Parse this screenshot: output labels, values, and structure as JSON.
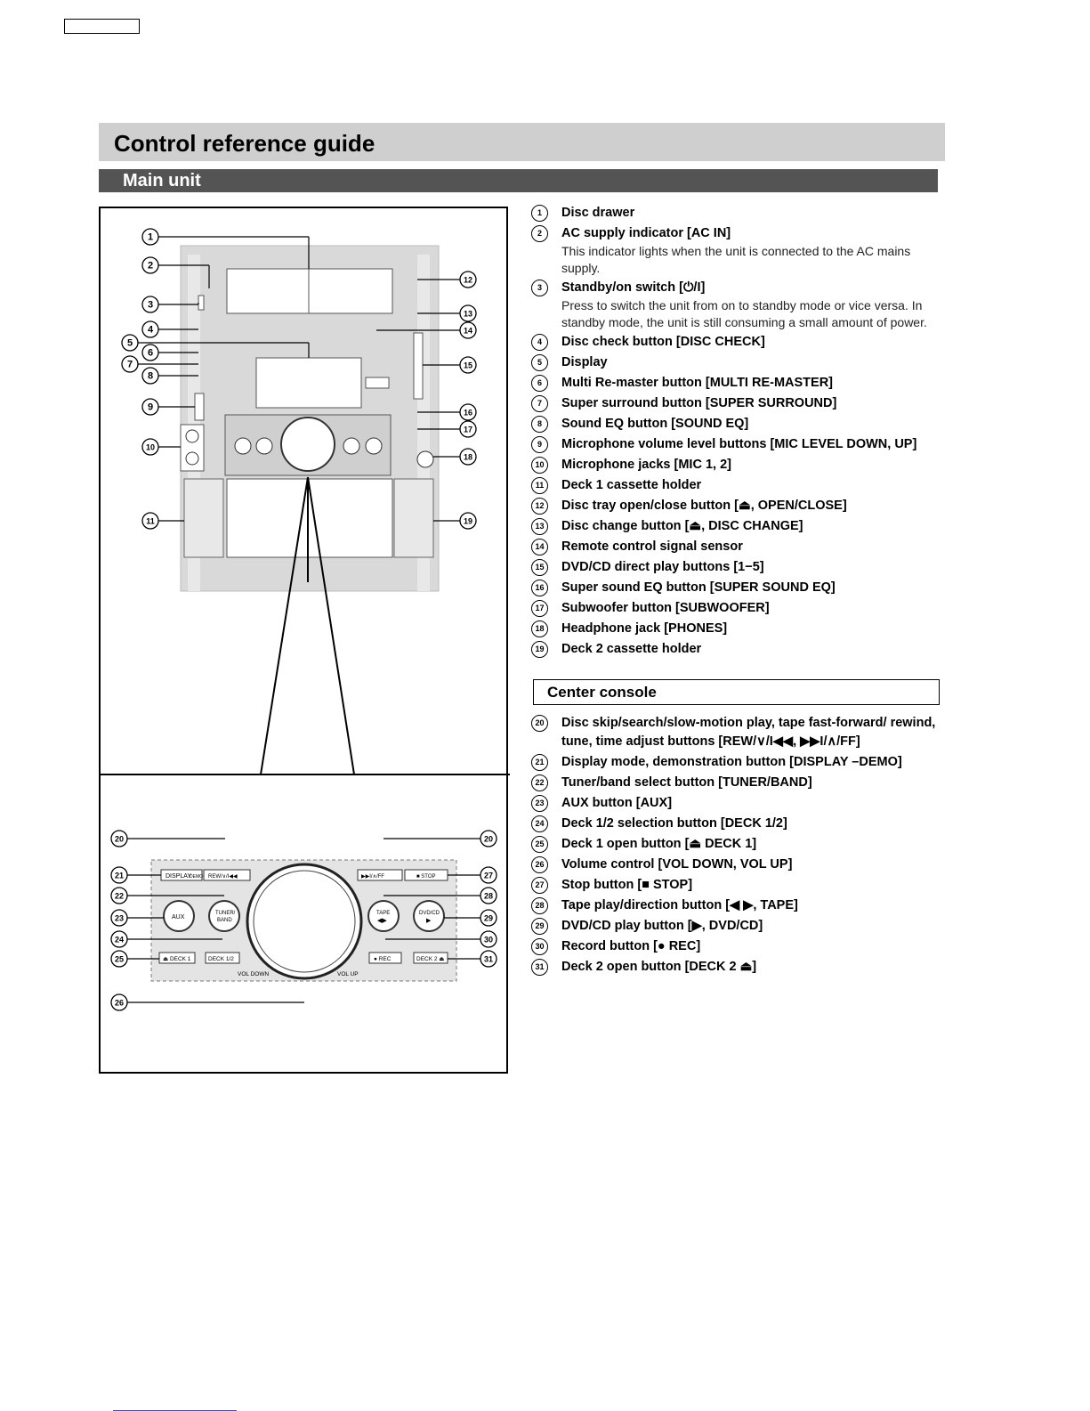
{
  "page": {
    "banner": "Control reference guide",
    "section": "Main unit",
    "console_heading": "Center console"
  },
  "items": [
    {
      "n": "1",
      "title": "Disc drawer"
    },
    {
      "n": "2",
      "title": "AC supply indicator [AC IN]",
      "desc": "This indicator lights when the unit is connected to the AC mains supply."
    },
    {
      "n": "3",
      "title": "Standby/on switch [⏻/I]",
      "desc": "Press to switch the unit from on to standby mode or vice versa. In standby mode, the unit is still consuming a small amount of power."
    },
    {
      "n": "4",
      "title": "Disc check button [DISC CHECK]"
    },
    {
      "n": "5",
      "title": "Display"
    },
    {
      "n": "6",
      "title": "Multi Re-master button [MULTI RE-MASTER]"
    },
    {
      "n": "7",
      "title": "Super surround button [SUPER SURROUND]"
    },
    {
      "n": "8",
      "title": "Sound EQ button [SOUND EQ]"
    },
    {
      "n": "9",
      "title": "Microphone volume level buttons [MIC LEVEL DOWN, UP]"
    },
    {
      "n": "10",
      "title": "Microphone jacks [MIC 1, 2]"
    },
    {
      "n": "11",
      "title": "Deck 1 cassette holder"
    },
    {
      "n": "12",
      "title": "Disc tray open/close button [⏏, OPEN/CLOSE]"
    },
    {
      "n": "13",
      "title": "Disc change button [⏏, DISC CHANGE]"
    },
    {
      "n": "14",
      "title": "Remote control signal sensor"
    },
    {
      "n": "15",
      "title": "DVD/CD direct play buttons [1−5]"
    },
    {
      "n": "16",
      "title": "Super sound EQ button [SUPER SOUND EQ]"
    },
    {
      "n": "17",
      "title": "Subwoofer button [SUBWOOFER]"
    },
    {
      "n": "18",
      "title": "Headphone jack [PHONES]"
    },
    {
      "n": "19",
      "title": "Deck 2 cassette holder"
    }
  ],
  "console_items": [
    {
      "n": "20",
      "title": "Disc skip/search/slow-motion play, tape fast-forward/ rewind, tune, time adjust buttons [REW/∨/I◀◀, ▶▶I/∧/FF]"
    },
    {
      "n": "21",
      "title": "Display mode, demonstration button [DISPLAY –DEMO]"
    },
    {
      "n": "22",
      "title": "Tuner/band select button [TUNER/BAND]"
    },
    {
      "n": "23",
      "title": "AUX button [AUX]"
    },
    {
      "n": "24",
      "title": "Deck 1/2 selection button [DECK 1/2]"
    },
    {
      "n": "25",
      "title": "Deck 1 open button [⏏ DECK 1]"
    },
    {
      "n": "26",
      "title": "Volume control [VOL DOWN, VOL UP]"
    },
    {
      "n": "27",
      "title": "Stop button [■ STOP]"
    },
    {
      "n": "28",
      "title": "Tape play/direction button [◀ ▶, TAPE]"
    },
    {
      "n": "29",
      "title": "DVD/CD play button [▶, DVD/CD]"
    },
    {
      "n": "30",
      "title": "Record button [● REC]"
    },
    {
      "n": "31",
      "title": "Deck 2 open button [DECK 2 ⏏]"
    }
  ],
  "panel": {
    "display_btn": "DISPLAY",
    "demo": "DEMO",
    "rew": "REW/∨/I◀◀",
    "ff": "▶▶I/∧/FF",
    "stop": "■ STOP",
    "aux": "AUX",
    "tuner1": "TUNER/",
    "tuner2": "BAND",
    "tape": "TAPE",
    "tape_sym": "◀▶",
    "dvd": "DVD/CD",
    "dvd_sym": "▶",
    "deck1": "⏏ DECK 1",
    "deck12": "DECK 1/2",
    "rec": "● REC",
    "deck2": "DECK 2 ⏏",
    "vol_down": "VOL DOWN",
    "vol_up": "VOL UP"
  }
}
